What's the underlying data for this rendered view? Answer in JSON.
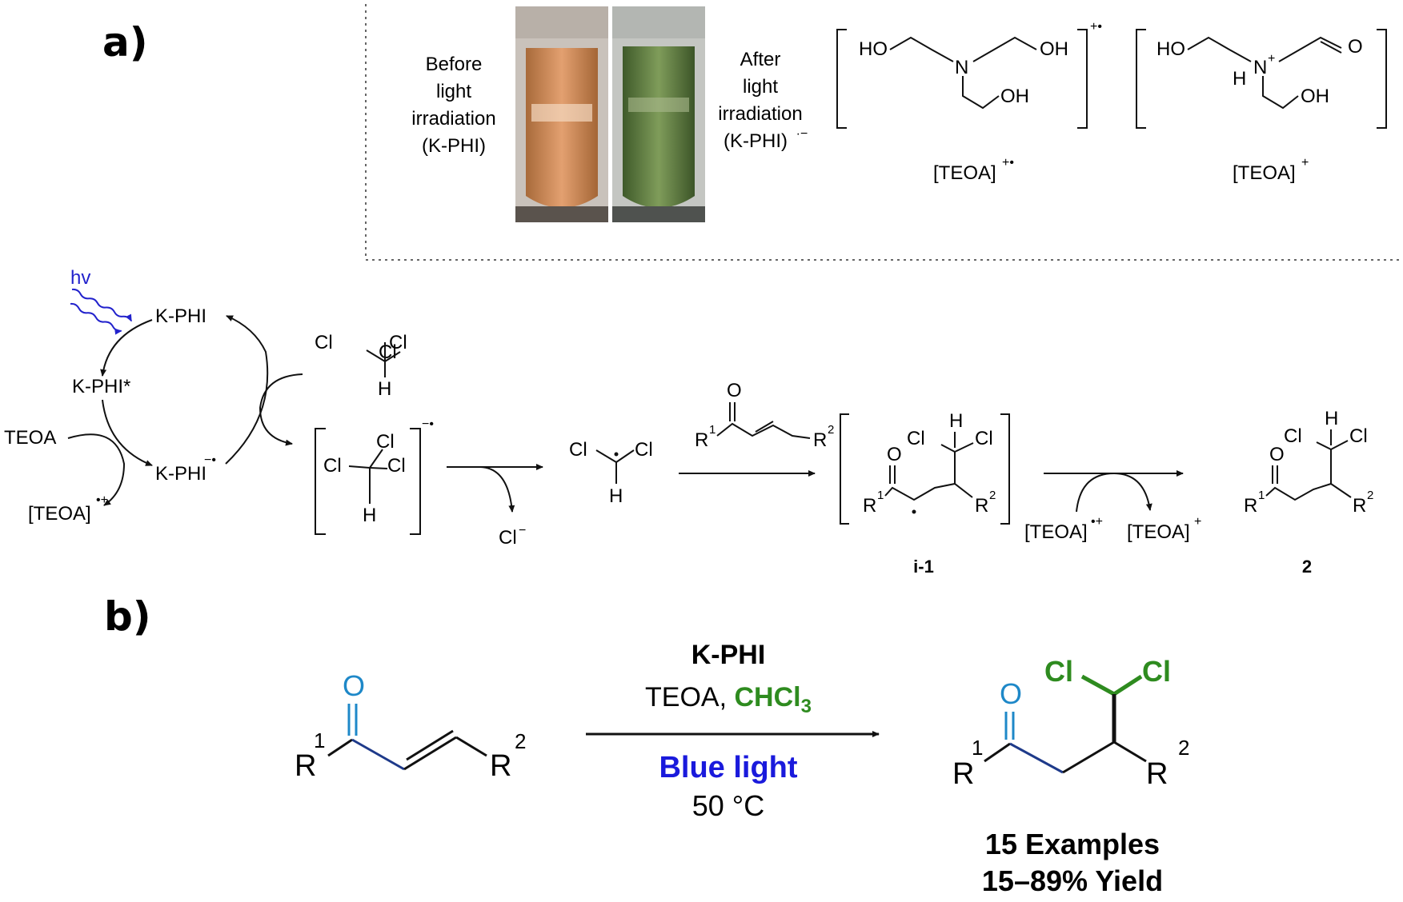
{
  "panel_a": {
    "label": "a)",
    "photo_before": {
      "lines": [
        "Before",
        "light",
        "irradiation",
        "(K-PHI)"
      ],
      "color": "#d9894f"
    },
    "photo_after": {
      "lines": [
        "After",
        "light",
        "irradiation",
        "(K-PHI)"
      ],
      "charge": "·−",
      "color": "#5f7d3f"
    },
    "teoa_radical_cation": {
      "ho_left": "HO",
      "n": "N",
      "oh_right": "OH",
      "oh_bottom": "OH",
      "charge": "+•",
      "caption": "[TEOA]",
      "caption_charge": "+•"
    },
    "teoa_cation": {
      "ho_left": "HO",
      "n": "N",
      "n_charge": "+",
      "h": "H",
      "o": "O",
      "oh_bottom": "OH",
      "caption": "[TEOA]",
      "caption_charge": "+"
    },
    "cycle": {
      "hv": "hv",
      "kphi": "K-PHI",
      "kphi_star": "K-PHI*",
      "teoa": "TEOA",
      "kphi_anion": "K-PHI",
      "kphi_anion_charge": "−•",
      "teoa_product": "[TEOA]",
      "teoa_product_charge": "•+"
    },
    "chloroform": {
      "cl_top": "Cl",
      "cl_left": "Cl",
      "cl_right": "Cl",
      "h": "H"
    },
    "chloroform_anion": {
      "cl_top": "Cl",
      "cl_left": "Cl",
      "cl_right": "Cl",
      "h": "H",
      "charge": "−•"
    },
    "chloride": {
      "text": "Cl",
      "charge": "−"
    },
    "dichloromethyl_radical": {
      "cl_left": "Cl",
      "cl_right": "Cl",
      "h": "H"
    },
    "enone_reagent": {
      "o": "O",
      "r1": "R",
      "r1_sup": "1",
      "r2": "R",
      "r2_sup": "2"
    },
    "intermediate": {
      "h": "H",
      "cl_left": "Cl",
      "cl_right": "Cl",
      "o": "O",
      "r1": "R",
      "r1_sup": "1",
      "r2": "R",
      "r2_sup": "2",
      "label": "i-1"
    },
    "teoa_step": {
      "left": "[TEOA]",
      "left_charge": "•+",
      "right": "[TEOA]",
      "right_charge": "+"
    },
    "product": {
      "h": "H",
      "cl_left": "Cl",
      "cl_right": "Cl",
      "o": "O",
      "r1": "R",
      "r1_sup": "1",
      "r2": "R",
      "r2_sup": "2",
      "label": "2"
    }
  },
  "panel_b": {
    "label": "b)",
    "substrate": {
      "o": "O",
      "r1": "R",
      "r1_sup": "1",
      "r2": "R",
      "r2_sup": "2"
    },
    "catalyst": "K-PHI",
    "reagent_teoa": "TEOA, ",
    "reagent_chcl3": "CHCl",
    "reagent_chcl3_sub": "3",
    "light": "Blue light",
    "temperature": "50 °C",
    "product": {
      "cl_left": "Cl",
      "cl_right": "Cl",
      "o": "O",
      "r1": "R",
      "r1_sup": "1",
      "r2": "R",
      "r2_sup": "2"
    },
    "examples": "15 Examples",
    "yield": "15–89% Yield"
  },
  "colors": {
    "carbonyl_blue": "#1e88c8",
    "chlorine_green": "#2e8b1f",
    "light_blue": "#1a1adc",
    "hv_blue": "#2222cc"
  }
}
